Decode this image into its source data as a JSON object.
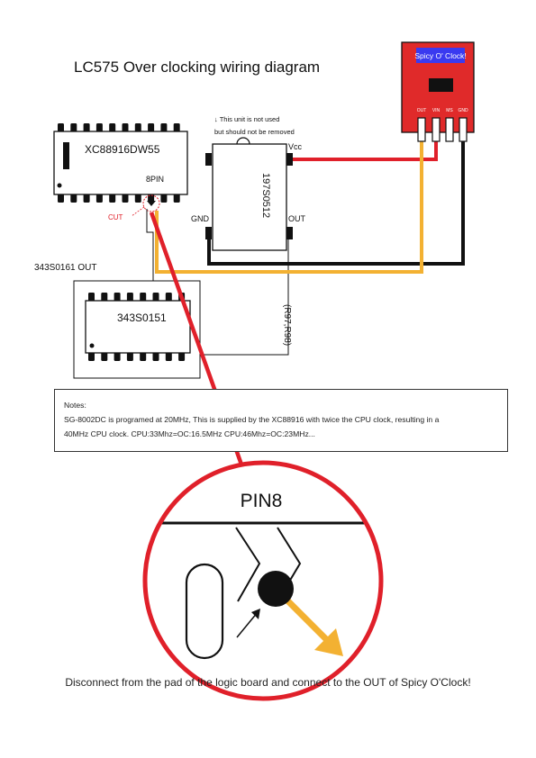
{
  "title": "LC575 Over clocking wiring diagram",
  "chip_xc": "XC88916DW55",
  "label_8pin": "8PIN",
  "label_cut": "CUT",
  "label_343_out": "343S0161 OUT",
  "chip_343": "343S0151",
  "chip_197": "197S0512",
  "note_unused_1": "↓ This unit is not used",
  "note_unused_2": "but should not be removed",
  "pin_vcc": "Vcc",
  "pin_gnd": "GND",
  "pin_out": "OUT",
  "resistors": "(R97,R98)",
  "spicy": {
    "name": "Spicy O' Clock!",
    "pins": [
      "OUT",
      "VIN",
      "MS",
      "GND"
    ]
  },
  "notes": {
    "heading": "Notes:",
    "line1": "SG-8002DC is programed at 20MHz, This is supplied by the XC88916 with twice the CPU clock, resulting in a",
    "line2": "40MHz CPU clock. CPU:33Mhz=OC:16.5MHz CPU:46Mhz=OC:23MHz..."
  },
  "zoom_label": "PIN8",
  "caption": "Disconnect from the pad of the logic board and connect to the OUT of Spicy O'Clock!",
  "colors": {
    "red": "#e0202a",
    "orange": "#f3b132",
    "black": "#111111",
    "board_red": "#e02a2a",
    "screen_blue": "#3a3af0"
  }
}
